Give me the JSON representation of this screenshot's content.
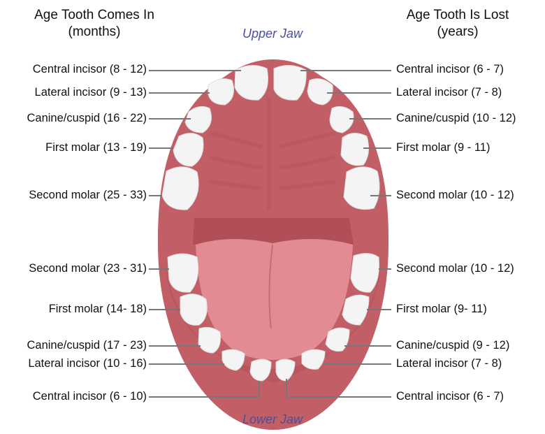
{
  "headers": {
    "left_title_line1": "Age Tooth Comes In",
    "left_title_line2": "(months)",
    "right_title_line1": "Age Tooth Is Lost",
    "right_title_line2": "(years)"
  },
  "jaw_labels": {
    "upper": "Upper Jaw",
    "lower": "Lower Jaw"
  },
  "colors": {
    "gum": "#c25e66",
    "gum_dark": "#b04f58",
    "tongue": "#e28b92",
    "tooth": "#f4f4f4",
    "leader_line": "#777777",
    "jaw_label": "#4b4f9a"
  },
  "upper_jaw": {
    "comes_in": [
      {
        "tooth": "Central incisor",
        "range": "(8 - 12)",
        "text": "Central incisor (8 - 12)"
      },
      {
        "tooth": "Lateral incisor",
        "range": "(9 - 13)",
        "text": "Lateral incisor (9 - 13)"
      },
      {
        "tooth": "Canine/cuspid",
        "range": "(16 - 22)",
        "text": "Canine/cuspid (16 - 22)"
      },
      {
        "tooth": "First molar",
        "range": "(13 - 19)",
        "text": "First molar (13 - 19)"
      },
      {
        "tooth": "Second molar",
        "range": "(25 - 33)",
        "text": "Second molar (25 - 33)"
      }
    ],
    "lost": [
      {
        "tooth": "Central incisor",
        "range": "(6 - 7)",
        "text": "Central incisor (6 - 7)"
      },
      {
        "tooth": "Lateral incisor",
        "range": "(7 - 8)",
        "text": "Lateral incisor (7 - 8)"
      },
      {
        "tooth": "Canine/cuspid",
        "range": "(10 - 12)",
        "text": "Canine/cuspid (10 - 12)"
      },
      {
        "tooth": "First molar",
        "range": "(9 - 11)",
        "text": "First molar (9 - 11)"
      },
      {
        "tooth": "Second molar",
        "range": "(10 - 12)",
        "text": "Second molar (10 - 12)"
      }
    ]
  },
  "lower_jaw": {
    "comes_in": [
      {
        "tooth": "Second molar",
        "range": "(23 - 31)",
        "text": "Second molar (23 - 31)"
      },
      {
        "tooth": "First molar",
        "range": "(14- 18)",
        "text": "First molar (14- 18)"
      },
      {
        "tooth": "Canine/cuspid",
        "range": "(17 - 23)",
        "text": "Canine/cuspid (17 - 23)"
      },
      {
        "tooth": "Lateral incisor",
        "range": "(10 - 16)",
        "text": "Lateral incisor (10 - 16)"
      },
      {
        "tooth": "Central incisor",
        "range": "(6 - 10)",
        "text": "Central incisor (6 - 10)"
      }
    ],
    "lost": [
      {
        "tooth": "Second molar",
        "range": "(10 - 12)",
        "text": "Second molar (10 - 12)"
      },
      {
        "tooth": "First molar",
        "range": "(9- 11)",
        "text": "First molar (9- 11)"
      },
      {
        "tooth": "Canine/cuspid",
        "range": "(9 - 12)",
        "text": "Canine/cuspid (9 - 12)"
      },
      {
        "tooth": "Lateral incisor",
        "range": "(7 - 8)",
        "text": "Lateral incisor (7 - 8)"
      },
      {
        "tooth": "Central incisor",
        "range": "(6 - 7)",
        "text": "Central incisor (6 - 7)"
      }
    ]
  }
}
